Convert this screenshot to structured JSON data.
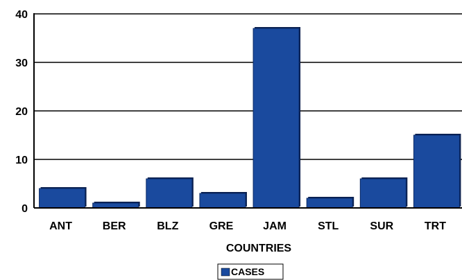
{
  "chart_data": {
    "type": "bar",
    "categories": [
      "ANT",
      "BER",
      "BLZ",
      "GRE",
      "JAM",
      "STL",
      "SUR",
      "TRT"
    ],
    "series": [
      {
        "name": "CASES",
        "values": [
          4,
          1,
          6,
          3,
          37,
          2,
          6,
          15
        ]
      }
    ],
    "xlabel": "COUNTRIES",
    "ylabel": "",
    "ylim": [
      0,
      40
    ],
    "yticks": [
      0,
      10,
      20,
      30,
      40
    ],
    "grid": true,
    "legend": "bottom-center",
    "bar_color": "#1a4a9e",
    "bar_shadow_color": "#0a1f4d"
  }
}
